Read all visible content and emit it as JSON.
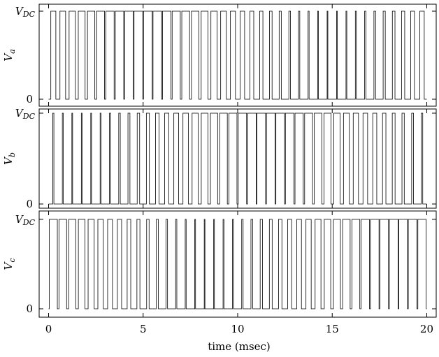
{
  "chart_data": {
    "type": "line",
    "xlabel": "time (msec)",
    "xlim": [
      -0.5,
      20.5
    ],
    "xticks": [
      {
        "value": 0,
        "label": "0"
      },
      {
        "value": 5,
        "label": "5"
      },
      {
        "value": 10,
        "label": "10"
      },
      {
        "value": 15,
        "label": "15"
      },
      {
        "value": 20,
        "label": "20"
      }
    ],
    "carrier_period_ms": 0.5,
    "panels": [
      {
        "id": "a",
        "ylabel_main": "V",
        "ylabel_sub": "a",
        "yticks": [
          {
            "value": 0,
            "label": "0"
          },
          {
            "value": 1,
            "label": "V",
            "sub": "DC"
          }
        ],
        "phase_deg": 0,
        "description": "PWM phase voltage switching between 0 and V_DC"
      },
      {
        "id": "b",
        "ylabel_main": "V",
        "ylabel_sub": "b",
        "yticks": [
          {
            "value": 0,
            "label": "0"
          },
          {
            "value": 1,
            "label": "V",
            "sub": "DC"
          }
        ],
        "phase_deg": -120,
        "description": "PWM phase voltage switching between 0 and V_DC"
      },
      {
        "id": "c",
        "ylabel_main": "V",
        "ylabel_sub": "c",
        "yticks": [
          {
            "value": 0,
            "label": "0"
          },
          {
            "value": 1,
            "label": "V",
            "sub": "DC"
          }
        ],
        "phase_deg": 120,
        "description": "PWM phase voltage switching between 0 and V_DC"
      }
    ],
    "modulation": {
      "frequency_hz": 50,
      "index": 0.85
    }
  }
}
